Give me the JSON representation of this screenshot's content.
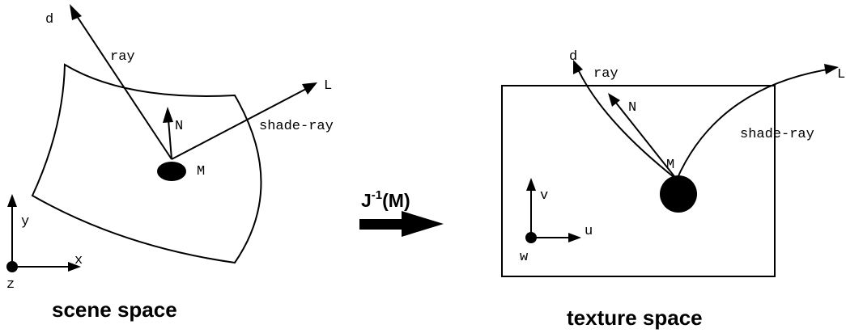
{
  "scene": {
    "caption": "scene space",
    "labels": {
      "d": "d",
      "ray": "ray",
      "L": "L",
      "N": "N",
      "M": "M",
      "shade_ray": "shade-ray",
      "x": "x",
      "y": "y",
      "z": "z"
    }
  },
  "transform": {
    "label_main": "J",
    "label_sup": "-1",
    "label_arg": "(M)"
  },
  "texture": {
    "caption": "texture space",
    "labels": {
      "d": "d",
      "ray": "ray",
      "L": "L",
      "N": "N",
      "M": "M",
      "shade_ray": "shade-ray",
      "u": "u",
      "v": "v",
      "w": "w"
    }
  }
}
